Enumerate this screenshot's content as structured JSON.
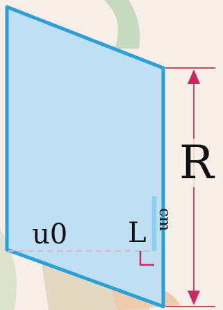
{
  "labels": {
    "height_symbol": "R",
    "height_unit": "cm",
    "bottom_left": "u0",
    "bottom_right": "L"
  },
  "colors": {
    "shape_fill": "#bfe0f2",
    "shape_stroke": "#2b9fd8",
    "dimension_arrow": "#d02560",
    "dimension_line": "#c04a6a",
    "base_dashed": "#e6b3c6",
    "right_angle": "#d02560",
    "background": "#f7eee8"
  }
}
